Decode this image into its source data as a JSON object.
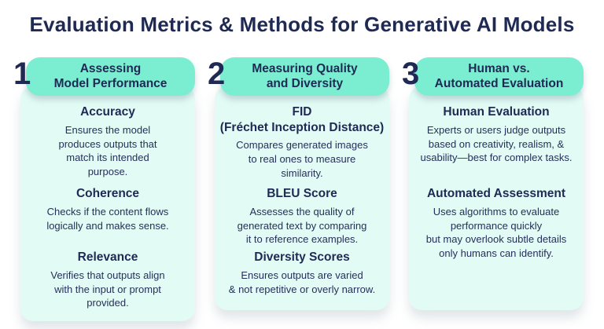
{
  "title": "Evaluation Metrics & Methods for Generative AI Models",
  "colors": {
    "navy_text": "#1F2A54",
    "header_pill_mint": "#7BEDD1",
    "card_background_mint": "#E2FBF5",
    "page_background": "#FFFFFF"
  },
  "cards": [
    {
      "number": "1",
      "header": "Assessing\nModel Performance",
      "sections": [
        {
          "heading": "Accuracy",
          "body": "Ensures the model\nproduces outputs that\nmatch its intended\npurpose."
        },
        {
          "heading": "Coherence",
          "body": "Checks if the content flows\nlogically and makes sense."
        },
        {
          "heading": "Relevance",
          "body": "Verifies that outputs align\nwith the input or prompt\nprovided."
        }
      ]
    },
    {
      "number": "2",
      "header": "Measuring Quality\nand Diversity",
      "sections": [
        {
          "heading": "FID\n(Fréchet Inception Distance)",
          "body": "Compares generated images\nto real ones to measure\nsimilarity."
        },
        {
          "heading": "BLEU Score",
          "body": "Assesses the quality of\ngenerated text by comparing\nit to reference examples."
        },
        {
          "heading": "Diversity Scores",
          "body": "Ensures outputs are varied\n& not repetitive or overly narrow."
        }
      ]
    },
    {
      "number": "3",
      "header": "Human vs.\nAutomated Evaluation",
      "sections": [
        {
          "heading": "Human Evaluation",
          "body": "Experts or users judge outputs\nbased on creativity, realism, &\nusability—best for complex tasks."
        },
        {
          "heading": "Automated Assessment",
          "body": "Uses algorithms to evaluate\nperformance quickly\nbut may overlook subtle details\nonly humans can identify."
        }
      ]
    }
  ]
}
